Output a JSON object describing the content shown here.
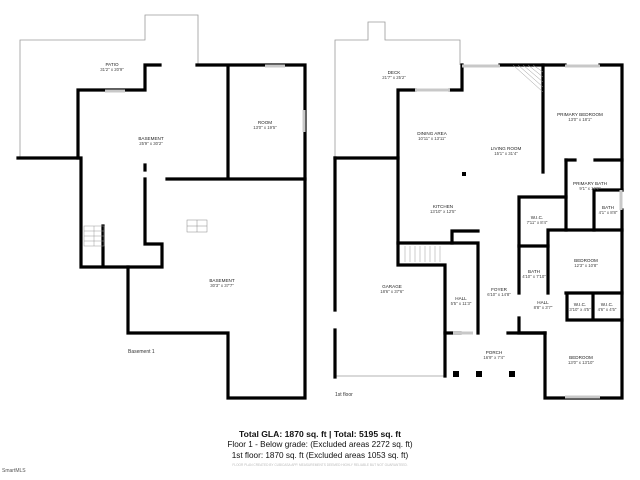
{
  "summary": {
    "total": "Total GLA: 1870 sq. ft | Total: 5195 sq. ft",
    "floor1": "Floor 1 - Below grade: (Excluded areas 2272 sq. ft)",
    "floor2": "1st floor: 1870 sq. ft (Excluded areas 1053 sq. ft)",
    "disclaimer": "FLOOR PLAN CREATED BY CUBICASA APP. MEASUREMENTS DEEMED HIGHLY RELIABLE BUT NOT GUARANTEED."
  },
  "logo": "SmartMLS",
  "basement": {
    "floor_label": "Basement 1",
    "rooms": [
      {
        "name": "PATIO",
        "dims": "31'2\" x 20'9\""
      },
      {
        "name": "BASEMENT",
        "dims": "25'9\" x 30'2\""
      },
      {
        "name": "ROOM",
        "dims": "13'0\" x 19'5\""
      },
      {
        "name": "BASEMENT",
        "dims": "30'3\" x 37'7\""
      }
    ]
  },
  "first_floor": {
    "floor_label": "1st floor",
    "rooms": [
      {
        "name": "DECK",
        "dims": "21'7\" x 25'2\""
      },
      {
        "name": "DINING AREA",
        "dims": "10'11\" x 13'11\""
      },
      {
        "name": "LIVING ROOM",
        "dims": "15'1\" x 31'4\""
      },
      {
        "name": "PRIMARY BEDROOM",
        "dims": "13'0\" x 18'1\""
      },
      {
        "name": "PRIMARY BATH",
        "dims": "9'1\" x 12'2\""
      },
      {
        "name": "BATH",
        "dims": "4'1\" x 8'8\""
      },
      {
        "name": "KITCHEN",
        "dims": "13'10\" x 12'5\""
      },
      {
        "name": "W.I.C.",
        "dims": "7'11\" x 8'4\""
      },
      {
        "name": "BEDROOM",
        "dims": "12'3\" x 10'8\""
      },
      {
        "name": "BATH",
        "dims": "4'10\" x 7'10\""
      },
      {
        "name": "GARAGE",
        "dims": "18'6\" x 37'6\""
      },
      {
        "name": "FOYER",
        "dims": "6'10\" x 14'8\""
      },
      {
        "name": "HALL",
        "dims": "5'5\" x 11'3\""
      },
      {
        "name": "HALL",
        "dims": "8'8\" x 3'7\""
      },
      {
        "name": "W.I.C.",
        "dims": "3'10\" x 4'5\""
      },
      {
        "name": "W.I.C.",
        "dims": "4'6\" x 4'5\""
      },
      {
        "name": "PORCH",
        "dims": "16'9\" x 7'4\""
      },
      {
        "name": "BEDROOM",
        "dims": "13'0\" x 13'10\""
      }
    ]
  }
}
